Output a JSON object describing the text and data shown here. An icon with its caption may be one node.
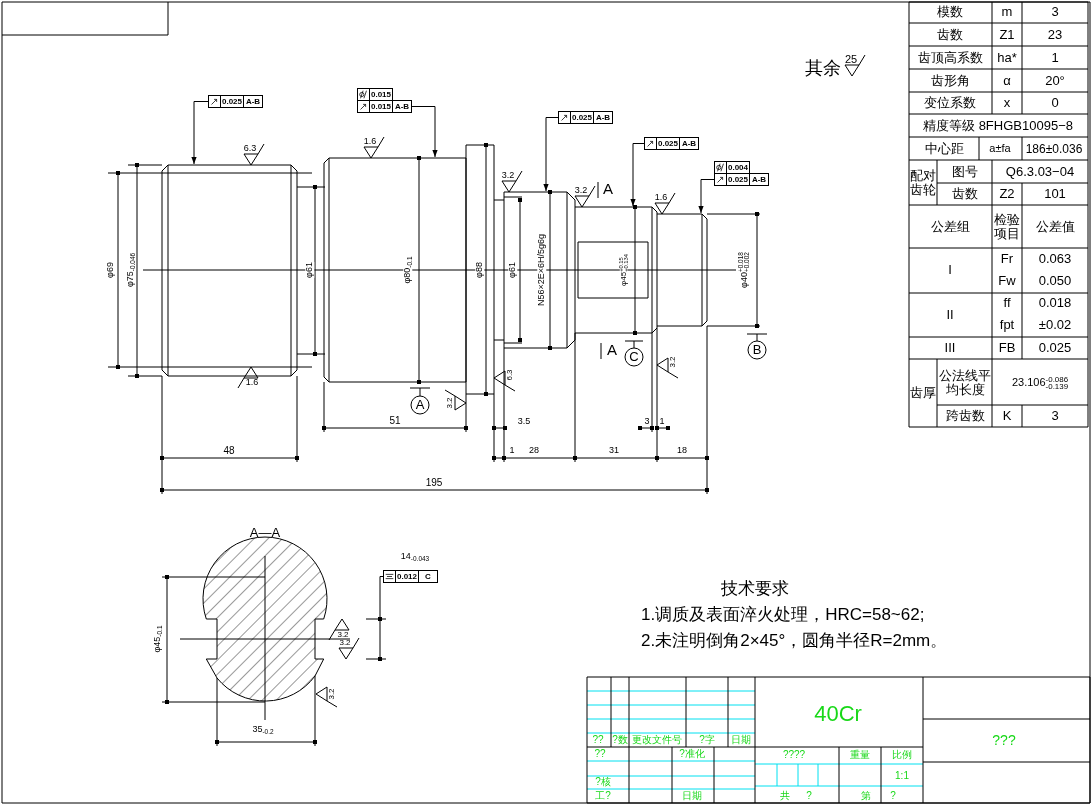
{
  "diagram": {
    "nodes": [
      {
        "text": [
          "0.025",
          "A-B"
        ]
      },
      {
        "text": [
          "0.015",
          "0.015",
          "A-B"
        ]
      },
      {
        "text": [
          "0.025",
          "A-B"
        ]
      },
      {
        "text": [
          "0.025",
          "A-B"
        ]
      },
      {
        "text": [
          "0.004",
          "0.025",
          "A-B"
        ]
      },
      {
        "text": [
          "0.012",
          "C"
        ]
      }
    ],
    "edges": [
      {
        "from": 0,
        "to": null,
        "arrow": "to"
      },
      {
        "from": 1,
        "to": null,
        "arrow": "to"
      },
      {
        "from": 2,
        "to": null,
        "arrow": "to"
      },
      {
        "from": 3,
        "to": null,
        "arrow": "to"
      },
      {
        "from": 4,
        "to": null,
        "arrow": "to"
      },
      {
        "from": 5,
        "to": null,
        "arrow": "other"
      }
    ],
    "labels": [
      "其余",
      "25",
      "6.3",
      "1.6",
      "3.2",
      "A",
      "3.2",
      "1.6",
      "φ75$_{-0.046}$",
      "φ69",
      "φ61",
      "φ80$_{-0.1}$",
      "φ88",
      "φ61",
      "N56×2E×6H/5g6g",
      "φ45$^{+0.15}$$_{+0.134}$",
      "φ40$^{+0.018}$$_{+0.002}$",
      "1.6",
      "A",
      "C",
      "B",
      "A",
      "3.2",
      "6.3",
      "3.2",
      "51",
      "3.5",
      "3",
      "1",
      "48",
      "1",
      "28",
      "31",
      "18",
      "195",
      "A—A",
      "14$_{-0.043}$",
      "φ45$_{-0.1}$",
      "3.2",
      "3.2",
      "3.2",
      "35$_{-0.2}$",
      "技术要求",
      "1.调质及表面淬火处理，HRC=58~62;",
      "2.未注明倒角2×45°，圆角半径R=2mm。",
      "模数",
      "m",
      "3",
      "齿数",
      "Z1",
      "23",
      "齿顶高系数",
      "ha*",
      "1",
      "齿形角",
      "α",
      "20°",
      "变位系数",
      "x",
      "0",
      "精度等级 8FHGB10095−8",
      "中心距",
      "a±fa",
      "186±0.036",
      "配对齿轮",
      "图号",
      "Q6.3.03−04",
      "齿数",
      "Z2",
      "101",
      "公差组",
      "检验项目",
      "公差值",
      "I",
      "Fr",
      "0.063",
      "Fw",
      "0.050",
      "II",
      "ff",
      "0.018",
      "fpt",
      "±0.02",
      "III",
      "FB",
      "0.025",
      "齿厚",
      "公法线平均长度",
      "23.106$^{-0.086}$$_{-0.139}$",
      "跨齿数",
      "K",
      "3",
      "??",
      "?数",
      "更改文件号",
      "?字",
      "日期",
      "??",
      "?准化",
      "?核",
      "工?",
      "日期",
      "40Cr",
      "????",
      "重量",
      "比例",
      "1:1",
      "共",
      "?",
      "第",
      "?",
      "???"
    ]
  }
}
